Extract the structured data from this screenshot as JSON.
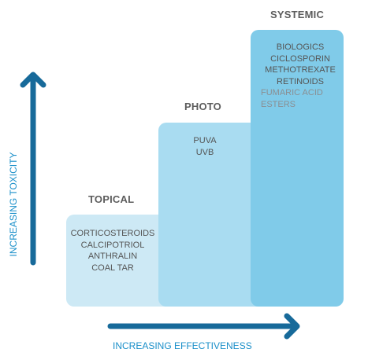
{
  "tiers": [
    {
      "id": "topical",
      "heading": "TOPICAL",
      "items": [
        "CORTICOSTEROIDS",
        "CALCIPOTRIOL",
        "ANTHRALIN",
        "COAL TAR"
      ]
    },
    {
      "id": "photo",
      "heading": "PHOTO",
      "items": [
        "PUVA",
        "UVB"
      ]
    },
    {
      "id": "systemic",
      "heading": "SYSTEMIC",
      "items": [
        "BIOLOGICS",
        "CICLOSPORIN",
        "METHOTREXATE",
        "RETINOIDS",
        "FUMARIC ACID",
        "ESTERS"
      ]
    }
  ],
  "axes": {
    "x_label": "INCREASING EFFECTIVENESS",
    "y_label": "INCREASING TOXICITY"
  },
  "colors": {
    "topical": "#cde9f5",
    "photo": "#a9dcf1",
    "systemic": "#80cbe9",
    "arrow": "#176a9a",
    "axis_text": "#1a8fc9"
  }
}
